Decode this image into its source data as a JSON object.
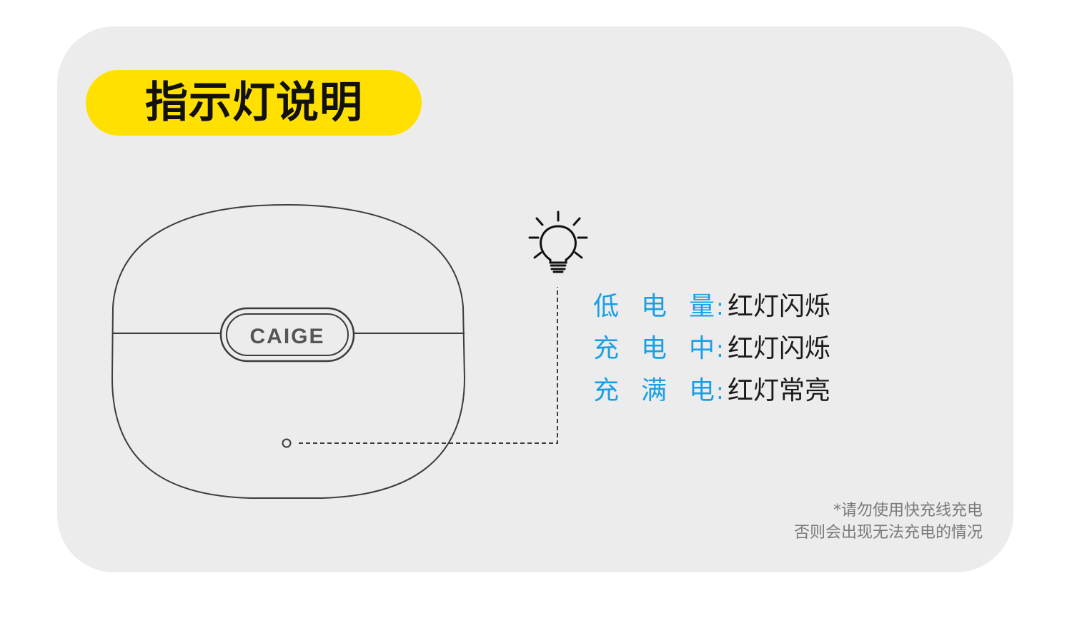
{
  "title": "指示灯说明",
  "brand": "CAIGE",
  "icon": "lightbulb-icon",
  "colors": {
    "card_background": "#ececec",
    "title_pill": "#ffe000",
    "status_label": "#1a9fe6",
    "status_value": "#1a1a1a",
    "note_text": "#7a7a7a"
  },
  "status_items": [
    {
      "label": "低 电 量",
      "colon": ":",
      "value": "红灯闪烁"
    },
    {
      "label": "充 电 中",
      "colon": ":",
      "value": "红灯闪烁"
    },
    {
      "label": "充 满 电",
      "colon": ":",
      "value": "红灯常亮"
    }
  ],
  "note": {
    "line1": "*请勿使用快充线充电",
    "line2": "否则会出现无法充电的情况"
  }
}
